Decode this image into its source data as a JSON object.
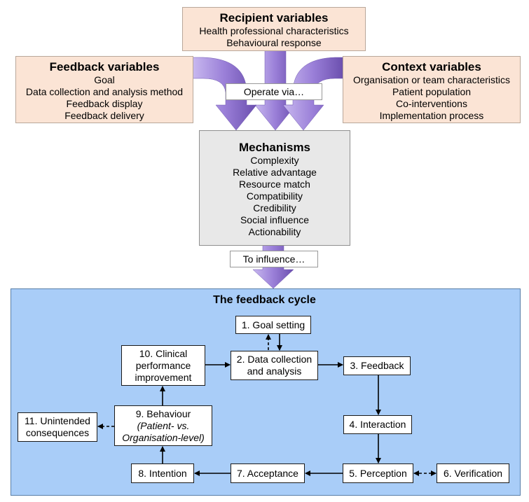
{
  "recipient": {
    "title": "Recipient variables",
    "items": [
      "Health professional characteristics",
      "Behavioural response"
    ]
  },
  "feedback": {
    "title": "Feedback variables",
    "items": [
      "Goal",
      "Data collection and analysis method",
      "Feedback display",
      "Feedback delivery"
    ]
  },
  "context": {
    "title": "Context variables",
    "items": [
      "Organisation or team characteristics",
      "Patient population",
      "Co-interventions",
      "Implementation process"
    ]
  },
  "operate_label": "Operate via…",
  "mechanisms": {
    "title": "Mechanisms",
    "items": [
      "Complexity",
      "Relative advantage",
      "Resource match",
      "Compatibility",
      "Credibility",
      "Social influence",
      "Actionability"
    ]
  },
  "influence_label": "To influence…",
  "cycle": {
    "title": "The feedback cycle",
    "goal_setting": "1. Goal setting",
    "data_collection": [
      "2. Data collection",
      "and analysis"
    ],
    "feedback": "3. Feedback",
    "interaction": "4. Interaction",
    "perception": "5. Perception",
    "verification": "6. Verification",
    "acceptance": "7. Acceptance",
    "intention": "8. Intention",
    "behaviour": [
      "9. Behaviour",
      "(Patient- vs.",
      "Organisation-level)"
    ],
    "clinical": [
      "10. Clinical",
      "performance",
      "improvement"
    ],
    "unintended": [
      "11. Unintended",
      "consequences"
    ]
  },
  "colors": {
    "peach": "#fbe4d5",
    "grey": "#e8e8e8",
    "panel_blue": "#a9cdf8",
    "arrow_purple": "#9b7fd6"
  }
}
